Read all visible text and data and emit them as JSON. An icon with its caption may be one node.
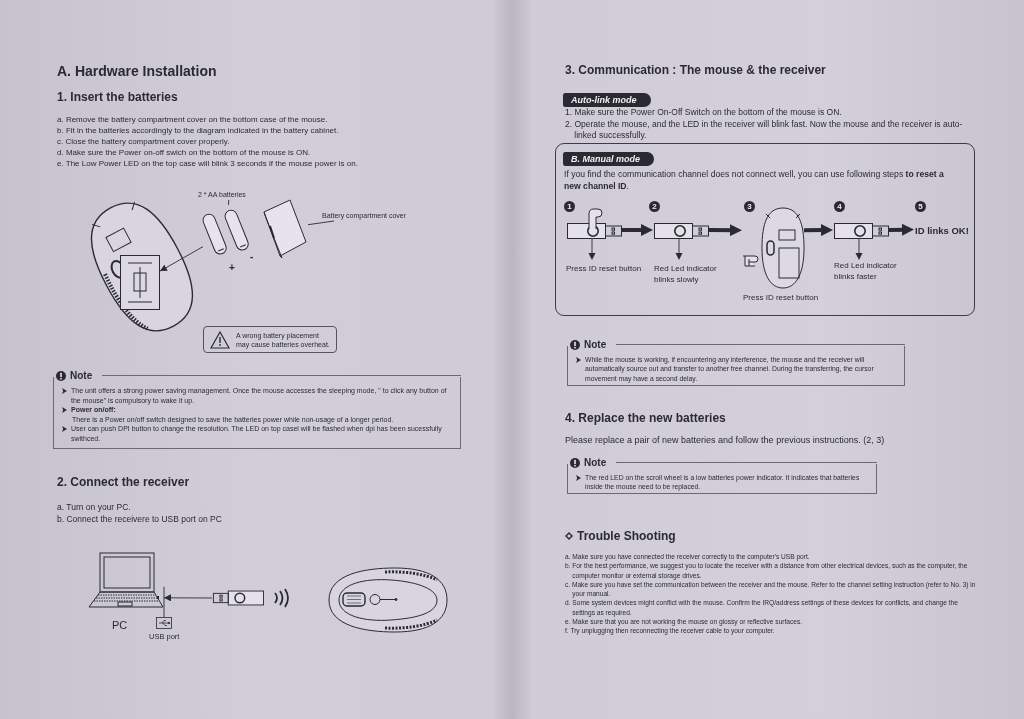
{
  "diagram": {
    "nodes": [
      {
        "text": [],
        "shape": "picture"
      },
      {
        "text": [],
        "shape": "picture",
        "beside": [
          "+",
          "-"
        ]
      },
      {
        "text": [],
        "shape": "picture"
      },
      {
        "text": [
          "2 * AA batteries"
        ]
      },
      {
        "text": [
          "Battery compartment cover"
        ]
      },
      {
        "text": [
          "A wrong battery placement may cause batteries overheat."
        ]
      },
      {
        "text": [
          "Note",
          "The unit offers a strong power saving management. Once the mouse accesses the sleeping mode, \" to click any button of the mouse\" is compulsory to wake it up.",
          "Power on/off:",
          "There is a Power on/off switch designed to save the batteries power while non-usage of a longer period.",
          "User can push DPI button to change the resolution. The LED on top casel will be flashed when dpi has been sucessfully swithced."
        ]
      },
      {
        "text": [],
        "shape": "picture",
        "beside": [
          "PC"
        ]
      },
      {
        "text": [],
        "shape": "picture",
        "beside": [
          "USB port"
        ]
      },
      {
        "text": [],
        "shape": "picture"
      },
      {
        "text": [
          "B. Manual mode",
          "If you find the communication channel does not connect well, you can use following steps **to reset a new channel ID**."
        ]
      },
      {
        "text": [],
        "shape": "picture",
        "in": 10,
        "beside": [
          "1",
          "Press ID reset button"
        ]
      },
      {
        "text": [],
        "shape": "picture",
        "in": 10,
        "beside": [
          "2",
          "Red Led indicator blinks slowly"
        ]
      },
      {
        "text": [],
        "shape": "picture",
        "in": 10,
        "beside": [
          "3",
          "Press ID reset button"
        ]
      },
      {
        "text": [],
        "shape": "picture",
        "in": 10,
        "beside": [
          "4",
          "Red Led indicator blinks faster"
        ]
      },
      {
        "text": [
          "ID links OK!"
        ],
        "in": 10,
        "beside": [
          "5"
        ]
      },
      {
        "text": [
          "Note",
          "While the mouse is working, if encountering any interference, the mouse and the receiver will automatically source out and transfer to another free channel. During the transferring, the cursor movement may have a second delay."
        ]
      },
      {
        "text": [
          "Note",
          "The red LED on the scroll wheel is a low batteries power indicator. It indicates that batteries inside the mouse need to be replaced."
        ]
      }
    ],
    "edges": [
      {
        "from": 1,
        "to": 0,
        "arrow": "to"
      },
      {
        "from": 3,
        "to": 1,
        "arrow": "none"
      },
      {
        "from": 4,
        "to": 2,
        "arrow": "none"
      },
      {
        "from": 7,
        "to": 8,
        "arrow": "none"
      },
      {
        "from": 9,
        "to": 7,
        "arrow": "to"
      },
      {
        "from": 11,
        "to": 12,
        "arrow": "to",
        "style": "thick"
      },
      {
        "from": 12,
        "to": 13,
        "arrow": "to",
        "style": "thick"
      },
      {
        "from": 13,
        "to": 14,
        "arrow": "to",
        "style": "thick"
      },
      {
        "from": 14,
        "to": 15,
        "arrow": "to",
        "style": "thick"
      }
    ],
    "labels": [
      "A. Hardware Installation",
      "1. Insert the batteries",
      "a. Remove the battery compartment cover on the bottom case of the mouse.",
      "b. Fit in the batteries accordingly to the diagram indicated in the battery cabinet.",
      "c. Close the battery compartment cover properly.",
      "d. Make sure the Power on-off swich on the bottom of the mouse is ON.",
      "e. The Low Power LED on the top case will blink 3 seconds if the mouse power is on.",
      "2. Connect the receiver",
      "a. Turn on your PC.",
      "b. Connect the receivere to USB port on PC",
      "3. Communication : The mouse & the receiver",
      "Auto-link mode",
      "1. Make sure the Power On-Off Switch on the bottom of the mouse is ON.",
      "2. Operate the mouse, and the LED in the receiver will blink fast. Now the mouse and the receiver is auto-linked successfully.",
      "4. Replace the new batteries",
      "Please replace a pair of new batteries and follow the previous instructions. (2, 3)",
      "Trouble Shooting",
      "a. Make sure you have connected the receiver correctly to the computer's USB port.",
      "b. For the best performance, we suggest you to locate the receiver with a distance from other electrical devices, such as the computer, the computer monitor or external storage drives.",
      "c. Make sure you have set the communication between the receiver and the mouse. Refer to the channel setting instruction (refer to No. 3) in your manual.",
      "d. Some system devices might conflict with the mouse. Confirm the IRQ/address settings of these devices for conflicts, and change the settings as required.",
      "e. Make sure that you are not working the mouse on glossy or reflective surfaces.",
      "f. Try unplugging then reconnecting the receiver cable to your computer."
    ]
  }
}
